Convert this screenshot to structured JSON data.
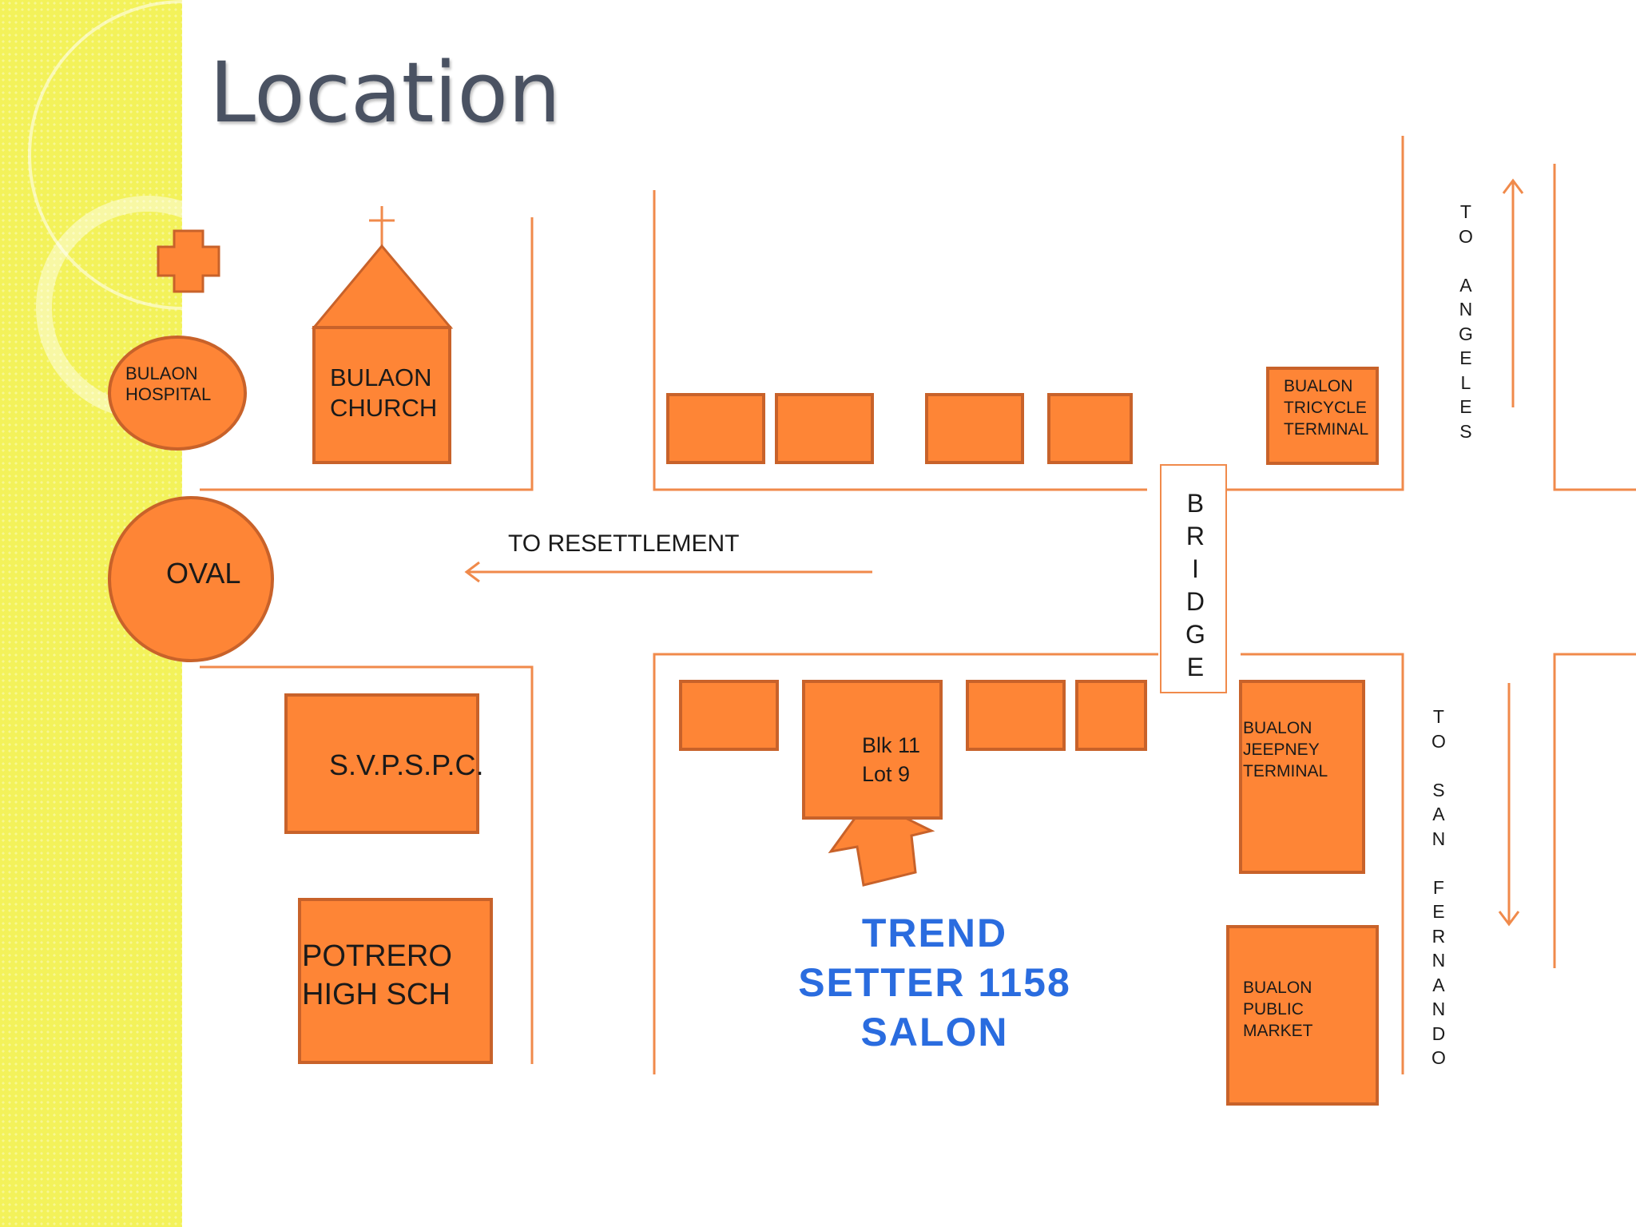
{
  "slide": {
    "title": "Location"
  },
  "colors": {
    "fill": "#fe8536",
    "stroke": "#c8622a",
    "road": "#f08a4b",
    "salon_text": "#2a6cdf",
    "sidebar": "#f3f25a"
  },
  "icons": {
    "hospital": "medical-cross-icon",
    "church": "church-cross-icon"
  },
  "landmarks": {
    "hospital": [
      "BULAON",
      "HOSPITAL"
    ],
    "church": [
      "BULAON",
      "CHURCH"
    ],
    "oval": "OVAL",
    "svpspc": "S.V.P.S.P.C.",
    "school": [
      "POTRERO",
      "HIGH SCH"
    ],
    "tricycle": [
      "BUALON",
      "TRICYCLE",
      "TERMINAL"
    ],
    "jeepney": [
      "BUALON",
      "JEEPNEY",
      "TERMINAL"
    ],
    "market": [
      "BUALON",
      "PUBLIC",
      "MARKET"
    ],
    "lot": [
      "Blk 11",
      "Lot 9"
    ]
  },
  "directions": {
    "resettlement": "TO RESETTLEMENT",
    "bridge": "BRIDGE",
    "angeles": [
      "T",
      "O",
      "",
      "A",
      "N",
      "G",
      "E",
      "L",
      "E",
      "S"
    ],
    "san_fernando": [
      "T",
      "O",
      "",
      "S",
      "A",
      "N",
      "",
      "F",
      "E",
      "R",
      "N",
      "A",
      "N",
      "D",
      "O"
    ]
  },
  "salon": "TREND\nSETTER 1158\nSALON"
}
